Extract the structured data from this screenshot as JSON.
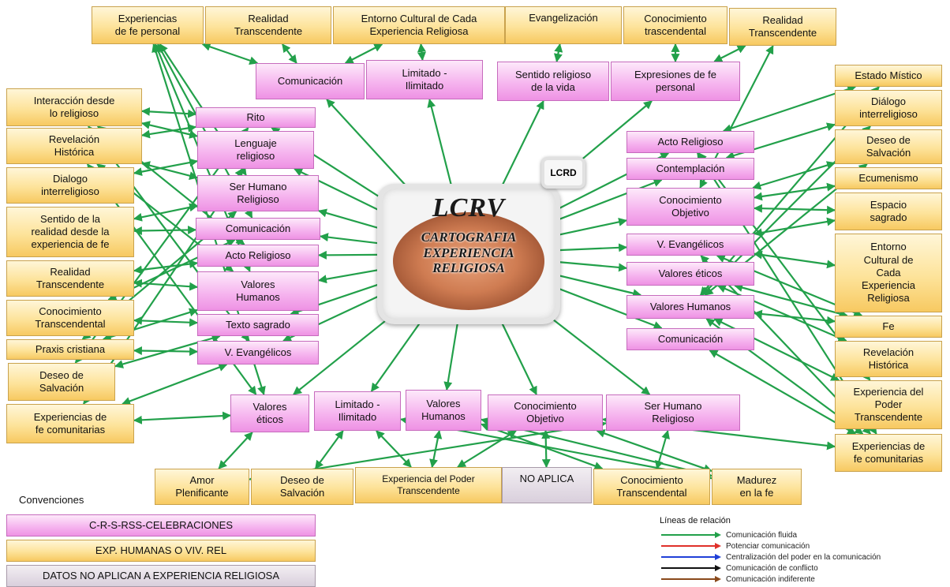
{
  "center": {
    "title": "LCRV",
    "subtitle": "CARTOGRAFIA\nEXPERIENCIA\nRELIGIOSA",
    "badge": "LCRD"
  },
  "nodes": {
    "t1": "Experiencias\nde fe personal",
    "t2": "Realidad\nTranscendente",
    "t3": "Entorno Cultural de Cada\nExperiencia Religiosa",
    "t4": "Evangelización",
    "t5": "Conocimiento\ntrascendental",
    "t6": "Realidad\nTranscendente",
    "tp1": "Comunicación",
    "tp2": "Limitado -\nIlimitado",
    "tp3": "Sentido religioso\nde la vida",
    "tp4": "Expresiones de fe\npersonal",
    "lo1": "Interacción desde\nlo religioso",
    "lo2": "Revelación\nHistórica",
    "lo3": "Dialogo\ninterreligioso",
    "lo4": "Sentido de la\nrealidad desde la\nexperiencia de fe",
    "lo5": "Realidad\nTranscendente",
    "lo6": "Conocimiento\nTranscendental",
    "lo7": "Praxis cristiana",
    "lo8": "Deseo de\nSalvación",
    "lo9": "Experiencias de\nfe comunitarias",
    "lp1": "Rito",
    "lp2": "Lenguaje\nreligioso",
    "lp3": "Ser Humano\nReligioso",
    "lp4": "Comunicación",
    "lp5": "Acto Religioso",
    "lp6": "Valores\nHumanos",
    "lp7": "Texto sagrado",
    "lp8": "V. Evangélicos",
    "rp1": "Acto Religioso",
    "rp2": "Contemplación",
    "rp3": "Conocimiento\nObjetivo",
    "rp4": "V. Evangélicos",
    "rp5": "Valores éticos",
    "rp6": "Valores Humanos",
    "rp7": "Comunicación",
    "ro1": "Estado Místico",
    "ro2": "Diálogo\ninterreligioso",
    "ro3": "Deseo de\nSalvación",
    "ro4": "Ecumenismo",
    "ro5": "Espacio\nsagrado",
    "ro6": "Entorno\nCultural de\nCada\nExperiencia\nReligiosa",
    "ro7": "Fe",
    "ro8": "Revelación\nHistórica",
    "ro9": "Experiencia del\nPoder\nTranscendente",
    "ro10": "Experiencias de\nfe comunitarias",
    "bp1": "Valores\néticos",
    "bp2": "Limitado -\nIlimitado",
    "bp3": "Valores\nHumanos",
    "bp4": "Conocimiento\nObjetivo",
    "bp5": "Ser Humano\nReligioso",
    "bo1": "Amor\nPlenificante",
    "bo2": "Deseo de\nSalvación",
    "bo3": "Experiencia del Poder\nTranscendente",
    "bo4": "NO APLICA",
    "bo5": "Conocimiento\nTranscendental",
    "bo6": "Madurez\nen la fe"
  },
  "legend": {
    "title": "Convenciones",
    "items": [
      {
        "label": "C-R-S-RSS-CELEBRACIONES",
        "color": "pink"
      },
      {
        "label": "EXP. HUMANAS O VIV. REL",
        "color": "orange"
      },
      {
        "label": "DATOS NO APLICAN A EXPERIENCIA RELIGIOSA",
        "color": "gray"
      }
    ]
  },
  "relations": {
    "title": "Líneas de relación",
    "items": [
      {
        "label": "Comunicación fluida",
        "color": "#22a04a"
      },
      {
        "label": "Potenciar comunicación",
        "color": "#e0302a"
      },
      {
        "label": "Centralización del poder en la comunicación",
        "color": "#2040d8"
      },
      {
        "label": "Comunicación de conflicto",
        "color": "#111111"
      },
      {
        "label": "Comunicación indiferente",
        "color": "#8a4a1c"
      }
    ]
  },
  "edges": [
    [
      "C",
      "tp1"
    ],
    [
      "C",
      "tp2"
    ],
    [
      "C",
      "tp3"
    ],
    [
      "C",
      "tp4"
    ],
    [
      "C",
      "lp1"
    ],
    [
      "C",
      "lp2"
    ],
    [
      "C",
      "lp3"
    ],
    [
      "C",
      "lp4"
    ],
    [
      "C",
      "lp5"
    ],
    [
      "C",
      "lp6"
    ],
    [
      "C",
      "lp7"
    ],
    [
      "C",
      "lp8"
    ],
    [
      "C",
      "rp1"
    ],
    [
      "C",
      "rp2"
    ],
    [
      "C",
      "rp3"
    ],
    [
      "C",
      "rp4"
    ],
    [
      "C",
      "rp5"
    ],
    [
      "C",
      "rp6"
    ],
    [
      "C",
      "rp7"
    ],
    [
      "C",
      "bp1"
    ],
    [
      "C",
      "bp2"
    ],
    [
      "C",
      "bp3"
    ],
    [
      "C",
      "bp4"
    ],
    [
      "C",
      "bp5"
    ],
    [
      "tp1",
      "t1"
    ],
    [
      "tp1",
      "t2"
    ],
    [
      "tp1",
      "t3"
    ],
    [
      "tp3",
      "t4"
    ],
    [
      "tp4",
      "t5"
    ],
    [
      "tp4",
      "t6"
    ],
    [
      "tp2",
      "t3"
    ],
    [
      "lp1",
      "lo1"
    ],
    [
      "lp1",
      "lo2"
    ],
    [
      "lp2",
      "lo1"
    ],
    [
      "lp2",
      "lo3"
    ],
    [
      "lp3",
      "lo2"
    ],
    [
      "lp3",
      "lo4"
    ],
    [
      "lp3",
      "lo7"
    ],
    [
      "lp4",
      "lo4"
    ],
    [
      "lp4",
      "lo6"
    ],
    [
      "lp5",
      "lo5"
    ],
    [
      "lp5",
      "lo1"
    ],
    [
      "lp6",
      "lo7"
    ],
    [
      "lp6",
      "lo5"
    ],
    [
      "lp6",
      "lo2"
    ],
    [
      "lp7",
      "lo6"
    ],
    [
      "lp7",
      "lo8"
    ],
    [
      "lp8",
      "lo9"
    ],
    [
      "lp8",
      "lo7"
    ],
    [
      "lp8",
      "lo1"
    ],
    [
      "lp2",
      "lo9"
    ],
    [
      "lp1",
      "lo8"
    ],
    [
      "lp3",
      "t1"
    ],
    [
      "lp4",
      "t1"
    ],
    [
      "lp6",
      "t1"
    ],
    [
      "bp1",
      "t1"
    ],
    [
      "bp1",
      "lo9"
    ],
    [
      "bp1",
      "lo2"
    ],
    [
      "rp1",
      "ro1"
    ],
    [
      "rp1",
      "ro9"
    ],
    [
      "rp2",
      "ro2"
    ],
    [
      "rp3",
      "ro3"
    ],
    [
      "rp3",
      "ro4"
    ],
    [
      "rp3",
      "ro5"
    ],
    [
      "rp4",
      "ro6"
    ],
    [
      "rp4",
      "ro7"
    ],
    [
      "rp4",
      "ro10"
    ],
    [
      "rp5",
      "ro8"
    ],
    [
      "rp5",
      "ro7"
    ],
    [
      "rp6",
      "ro1"
    ],
    [
      "rp6",
      "ro2"
    ],
    [
      "rp6",
      "ro3"
    ],
    [
      "rp6",
      "ro7"
    ],
    [
      "rp6",
      "ro9"
    ],
    [
      "rp6",
      "ro10"
    ],
    [
      "rp7",
      "ro10"
    ],
    [
      "rp3",
      "t6"
    ],
    [
      "rp1",
      "ro10"
    ],
    [
      "rp4",
      "ro5"
    ],
    [
      "bp1",
      "bo1"
    ],
    [
      "bp2",
      "bo2"
    ],
    [
      "bp2",
      "bo3"
    ],
    [
      "bp3",
      "bo3"
    ],
    [
      "bp3",
      "bo5"
    ],
    [
      "bp4",
      "bo3"
    ],
    [
      "bp4",
      "bo6"
    ],
    [
      "bp4",
      "bo4"
    ],
    [
      "bp5",
      "bo1"
    ],
    [
      "bp5",
      "bo5"
    ],
    [
      "bp3",
      "bo6"
    ],
    [
      "bp4",
      "ro10"
    ],
    [
      "bp2",
      "bo6"
    ]
  ]
}
